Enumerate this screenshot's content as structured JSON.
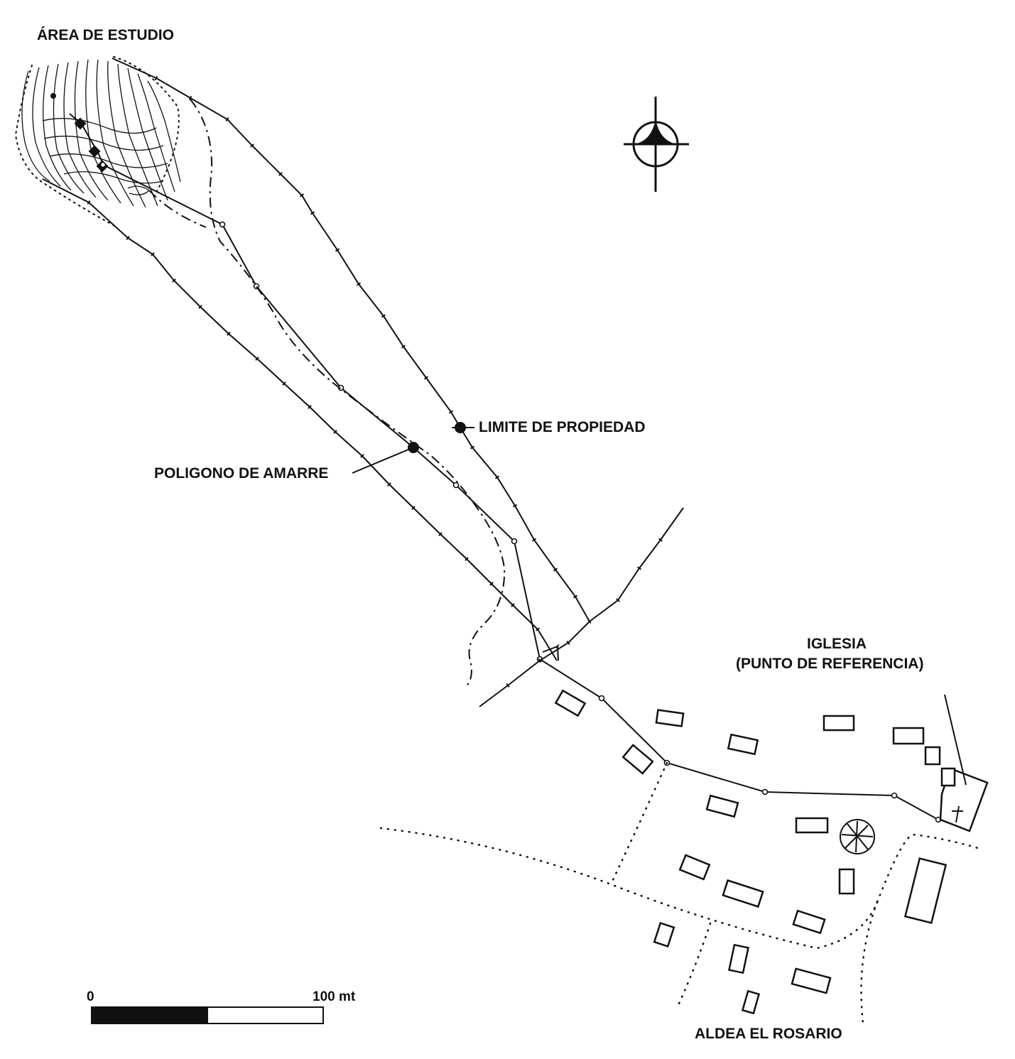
{
  "labels": {
    "study_area": "ÁREA DE ESTUDIO",
    "property_limit": "LIMITE DE PROPIEDAD",
    "tie_polygon": "POLIGONO DE AMARRE",
    "church_line1": "IGLESIA",
    "church_line2": "(PUNTO DE REFERENCIA)",
    "village": "ALDEA EL ROSARIO"
  },
  "scale_bar": {
    "start_label": "0",
    "end_label": "100 mt"
  },
  "north_arrow": {
    "icon": "north-arrow-icon"
  },
  "colors": {
    "ink": "#111111",
    "paper": "#ffffff"
  }
}
